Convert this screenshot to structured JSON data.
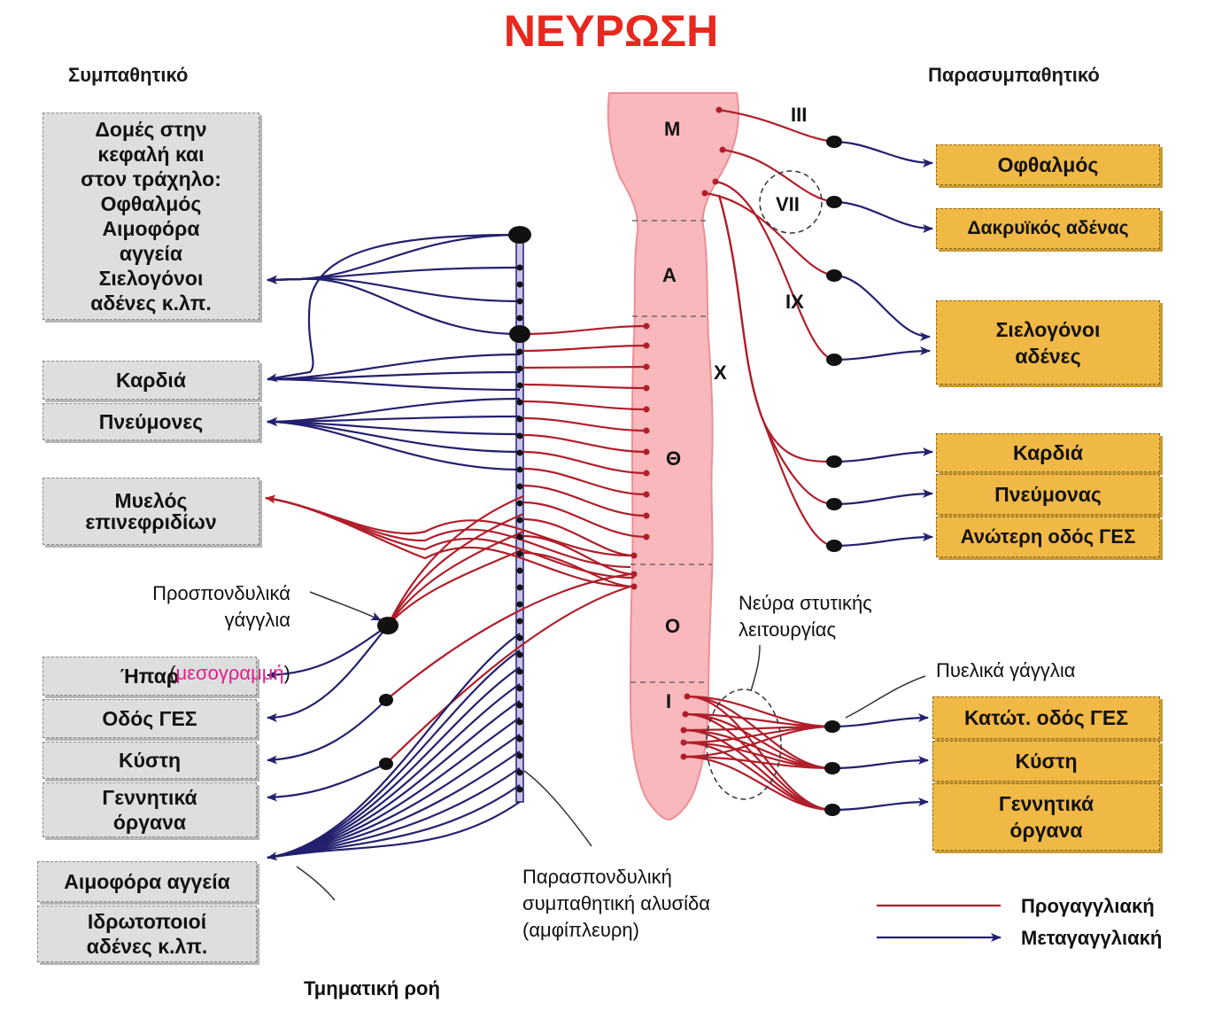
{
  "title": "ΝΕΥΡΩΣΗ",
  "headers": {
    "left": "Συμπαθητικό",
    "right": "Παρασυμπαθητικό"
  },
  "sympathetic_targets": [
    "Δομές στην\nκεφαλή και\nστον τράχηλο:\nΟφθαλμός\nΑιμοφόρα\nαγγεία\nΣιελογόνοι\nαδένες κ.λπ.",
    "Καρδιά",
    "Πνεύμονες",
    "Μυελός\nεπινεφριδίων",
    "Ήπαρ",
    "Οδός ΓΕΣ",
    "Κύστη",
    "Γεννητικά\nόργανα",
    "Αιμοφόρα αγγεία",
    "Ιδρωτοποιοί\nαδένες κ.λπ."
  ],
  "parasympathetic_targets": [
    "Οφθαλμός",
    "Δακρυϊκός αδένας",
    "Σιελογόνοι\nαδένες",
    "Καρδιά",
    "Πνεύμονας",
    "Ανώτερη οδός ΓΕΣ",
    "Κατώτ. οδός ΓΕΣ",
    "Κύστη",
    "Γεννητικά\nόργανα"
  ],
  "spinal_segments": [
    "Μ",
    "Α",
    "Θ",
    "Ο",
    "Ι"
  ],
  "cranial_nerves": [
    "III",
    "VII",
    "IX",
    "X"
  ],
  "labels": {
    "prevertebral_1": "Προσπονδυλικά\nγάγγλια",
    "prevertebral_open": "(",
    "prevertebral_midline": "μεσογραμμή",
    "prevertebral_close": ")",
    "erectile_nerves": "Νεύρα στυτικής\nλειτουργίας",
    "pelvic_ganglia": "Πυελικά γάγγλια",
    "paravertebral_chain": "Παρασπονδυλική\nσυμπαθητική αλυσίδα\n(αμφίπλευρη)",
    "segmental_outflow": "Τμηματική ροή"
  },
  "legend": {
    "preganglionic": "Προγαγγλιακή",
    "postganglionic": "Μεταγαγγλιακή"
  },
  "colors": {
    "title": "#e8281e",
    "preganglionic": "#b01e2a",
    "postganglionic": "#23206e",
    "spinal_cord": "#f8b8bc",
    "parasympathetic_box": "#f0b845",
    "sympathetic_box": "#dedede",
    "midline_highlight": "#e01e8c"
  }
}
